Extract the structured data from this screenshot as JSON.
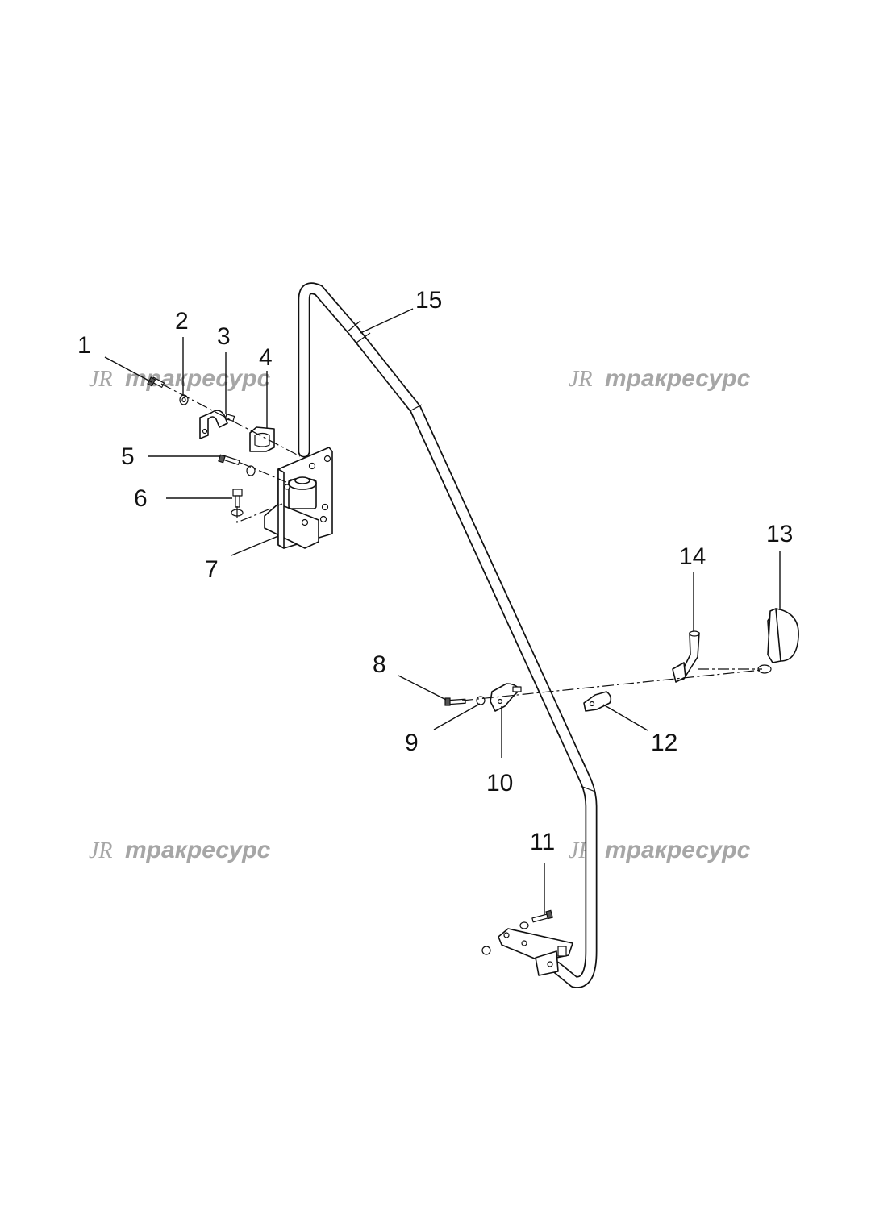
{
  "watermarks": [
    {
      "logo": "JR",
      "text": "тракресурс"
    },
    {
      "logo": "JR",
      "text": "тракресурс"
    },
    {
      "logo": "JR",
      "text": "тракресурс"
    },
    {
      "logo": "JR",
      "text": "тракресурс"
    }
  ],
  "callouts": [
    "1",
    "2",
    "3",
    "4",
    "5",
    "6",
    "7",
    "8",
    "9",
    "10",
    "11",
    "12",
    "13",
    "14",
    "15"
  ]
}
